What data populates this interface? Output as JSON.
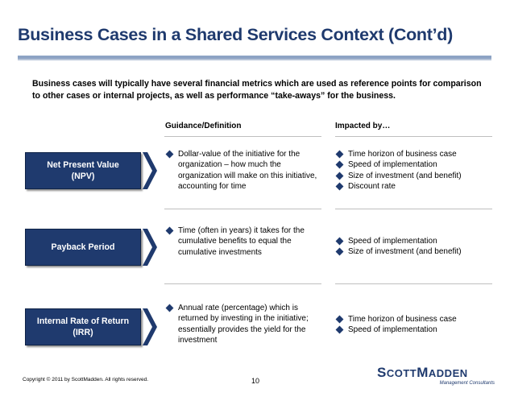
{
  "title": "Business Cases in a Shared Services Context (Cont’d)",
  "intro": "Business cases will typically have several financial metrics which are used as reference points for comparison to other cases or internal projects, as well as performance “take-aways” for the business.",
  "columns": {
    "guidance": "Guidance/Definition",
    "impacted": "Impacted by…"
  },
  "metrics": [
    {
      "line1": "Net Present Value",
      "line2": "(NPV)",
      "definition": [
        "Dollar-value of the initiative for the organization – how much the organization will make on this initiative, accounting for time"
      ],
      "impacted": [
        "Time horizon of business case",
        "Speed of implementation",
        "Size of investment (and benefit)",
        "Discount rate"
      ]
    },
    {
      "line1": "Payback Period",
      "line2": "",
      "definition": [
        "Time (often in years) it takes for the cumulative benefits to equal the cumulative investments"
      ],
      "impacted": [
        "Speed of implementation",
        "Size of investment (and benefit)"
      ]
    },
    {
      "line1": "Internal Rate of Return",
      "line2": "(IRR)",
      "definition": [
        "Annual rate (percentage) which is returned by investing in the initiative; essentially provides the yield for the investment"
      ],
      "impacted": [
        "Time horizon of business case",
        "Speed of implementation"
      ]
    }
  ],
  "footer": {
    "copyright": "Copyright © 2011 by ScottMadden. All rights reserved.",
    "page": "10",
    "logo_s": "S",
    "logo_cott": "COTT",
    "logo_m": "M",
    "logo_adden": "ADDEN",
    "logo_sub": "Management Consultants"
  },
  "colors": {
    "brand": "#1f3a6e",
    "rule": "#8da3c4"
  }
}
